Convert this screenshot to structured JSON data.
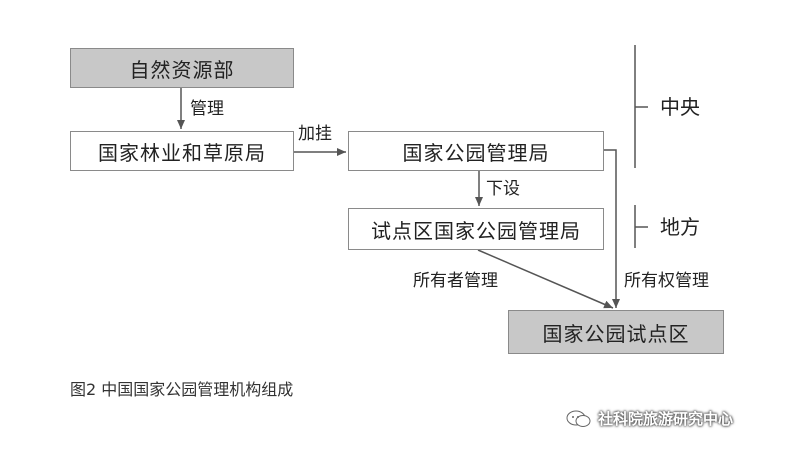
{
  "diagram": {
    "nodes": {
      "ministry": "自然资源部",
      "forestry_admin": "国家林业和草原局",
      "park_admin": "国家公园管理局",
      "pilot_admin": "试点区国家公园管理局",
      "pilot_area": "国家公园试点区"
    },
    "edge_labels": {
      "manage": "管理",
      "attach": "加挂",
      "establish": "下设",
      "ownership_manage": "所有者管理",
      "rights_manage": "所有权管理"
    },
    "levels": {
      "central": "中央",
      "local": "地方"
    },
    "caption": "图2  中国国家公园管理机构组成"
  },
  "watermark": {
    "text": "社科院旅游研究中心",
    "icon": "wechat-icon"
  },
  "colors": {
    "shaded_box": "#c8c8c8",
    "line": "#555555"
  }
}
